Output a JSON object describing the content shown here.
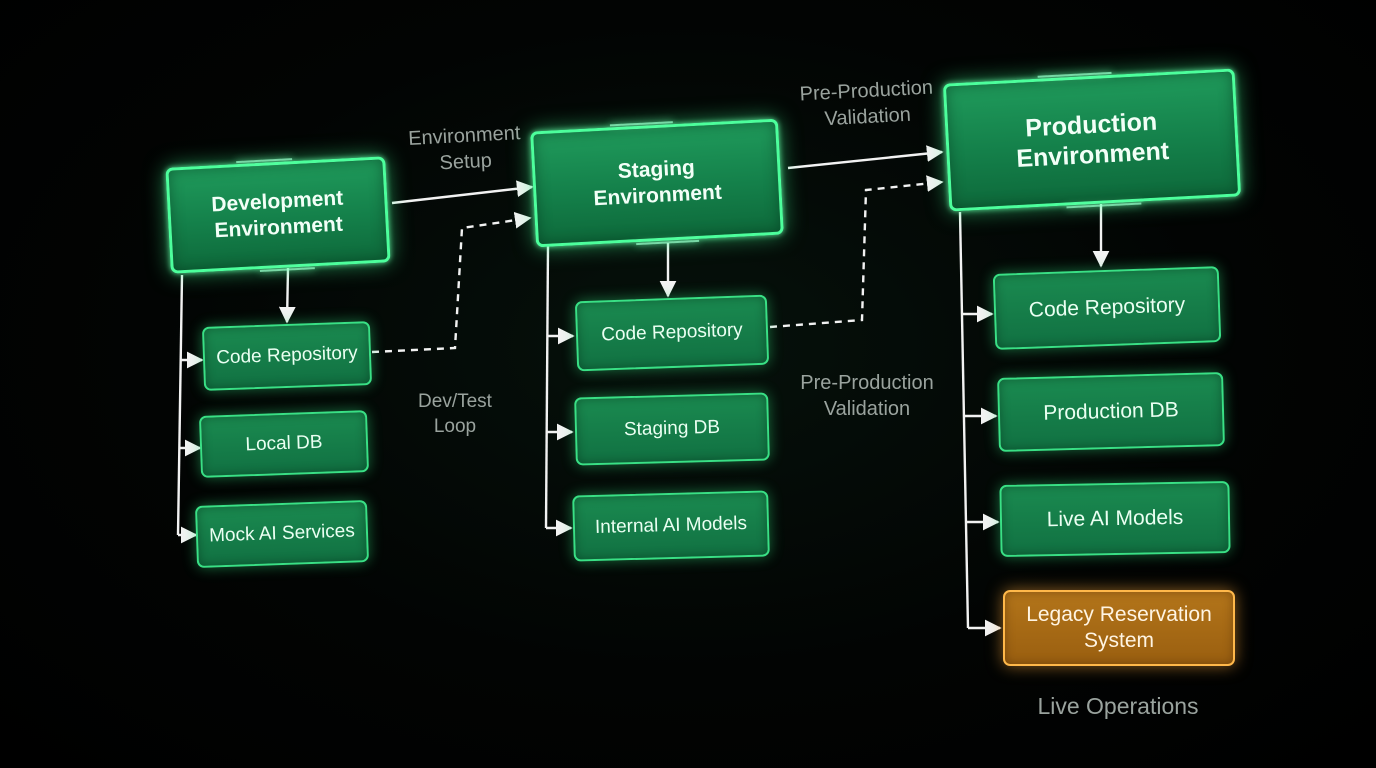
{
  "environments": {
    "development": {
      "title": "Development\nEnvironment",
      "children": [
        "Code Repository",
        "Local DB",
        "Mock AI Services"
      ]
    },
    "staging": {
      "title": "Staging\nEnvironment",
      "children": [
        "Code Repository",
        "Staging DB",
        "Internal AI Models"
      ]
    },
    "production": {
      "title": "Production\nEnvironment",
      "children": [
        "Code Repository",
        "Production DB",
        "Live AI Models"
      ],
      "legacy": "Legacy Reservation\nSystem"
    }
  },
  "flow_labels": {
    "environment_setup": "Environment\nSetup",
    "dev_test_loop": "Dev/Test\nLoop",
    "pre_production_top": "Pre-Production\nValidation",
    "pre_production_mid": "Pre-Production\nValidation",
    "live_operations": "Live Operations"
  },
  "colors": {
    "env_fill": "#14804a",
    "env_border": "#4cff9c",
    "child_fill": "#117142",
    "legacy_fill": "#9a5f10",
    "legacy_border": "#ffb84a",
    "connector": "#f2f2f2",
    "label": "#9aa39e"
  }
}
